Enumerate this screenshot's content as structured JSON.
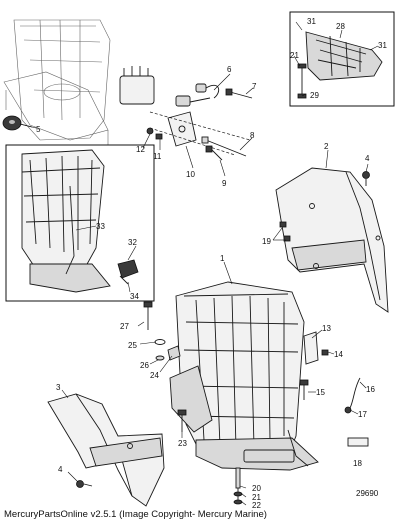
{
  "callouts": {
    "c1": "1",
    "c2": "2",
    "c3": "3",
    "c4a": "4",
    "c4b": "4",
    "c5": "5",
    "c6": "6",
    "c7": "7",
    "c8": "8",
    "c9": "9",
    "c10": "10",
    "c11": "11",
    "c12": "12",
    "c13": "13",
    "c14": "14",
    "c15": "15",
    "c16": "16",
    "c17": "17",
    "c18": "18",
    "c19": "19",
    "c20": "20",
    "c21a": "21",
    "c21b": "21",
    "c22": "22",
    "c23": "23",
    "c24": "24",
    "c25": "25",
    "c26": "26",
    "c27": "27",
    "c28": "28",
    "c29": "29",
    "c31a": "31",
    "c31b": "31",
    "c32": "32",
    "c33": "33",
    "c34": "34"
  },
  "drawing_number": "29690",
  "footer": "MercuryPartsOnline v2.5.1 (Image Copyright- Mercury Marine)"
}
